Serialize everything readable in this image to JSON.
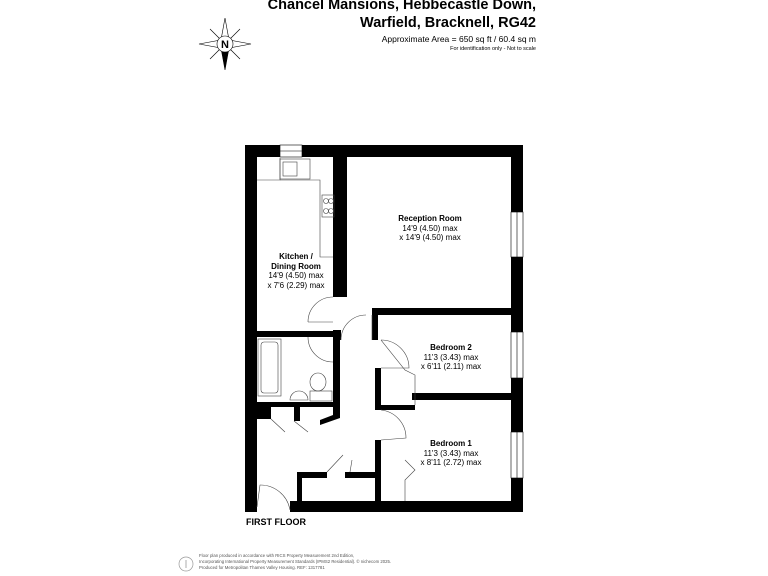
{
  "header": {
    "title_line1": "Chancel Mansions, Hebbecastle Down,",
    "title_line2": "Warfield, Bracknell, RG42",
    "area": "Approximate Area = 650 sq ft / 60.4 sq m",
    "disclaimer": "For identification only - Not to scale"
  },
  "compass": {
    "label": "N",
    "icon": "compass-rose-icon"
  },
  "rooms": [
    {
      "name": "Reception Room",
      "dim1": "14'9 (4.50) max",
      "dim2": "x 14'9 (4.50) max"
    },
    {
      "name": "Kitchen /",
      "name2": "Dining Room",
      "dim1": "14'9 (4.50) max",
      "dim2": "x 7'6 (2.29) max"
    },
    {
      "name": "Bedroom 2",
      "dim1": "11'3 (3.43) max",
      "dim2": "x 6'11 (2.11) max"
    },
    {
      "name": "Bedroom 1",
      "dim1": "11'3 (3.43) max",
      "dim2": "x 8'11 (2.72) max"
    }
  ],
  "floor_label": "FIRST FLOOR",
  "footer": {
    "line1": "Floor plan produced in accordance with RICS Property Measurement 2nd Edition,",
    "line2": "Incorporating International Property Measurement Standards (IPMS2 Residential).  © nichecom 2025.",
    "line3": "Produced for Metropolitan Thames Valley Housing.   REF: 1317781"
  },
  "colors": {
    "wall": "#000000",
    "fixture": "#444444"
  }
}
